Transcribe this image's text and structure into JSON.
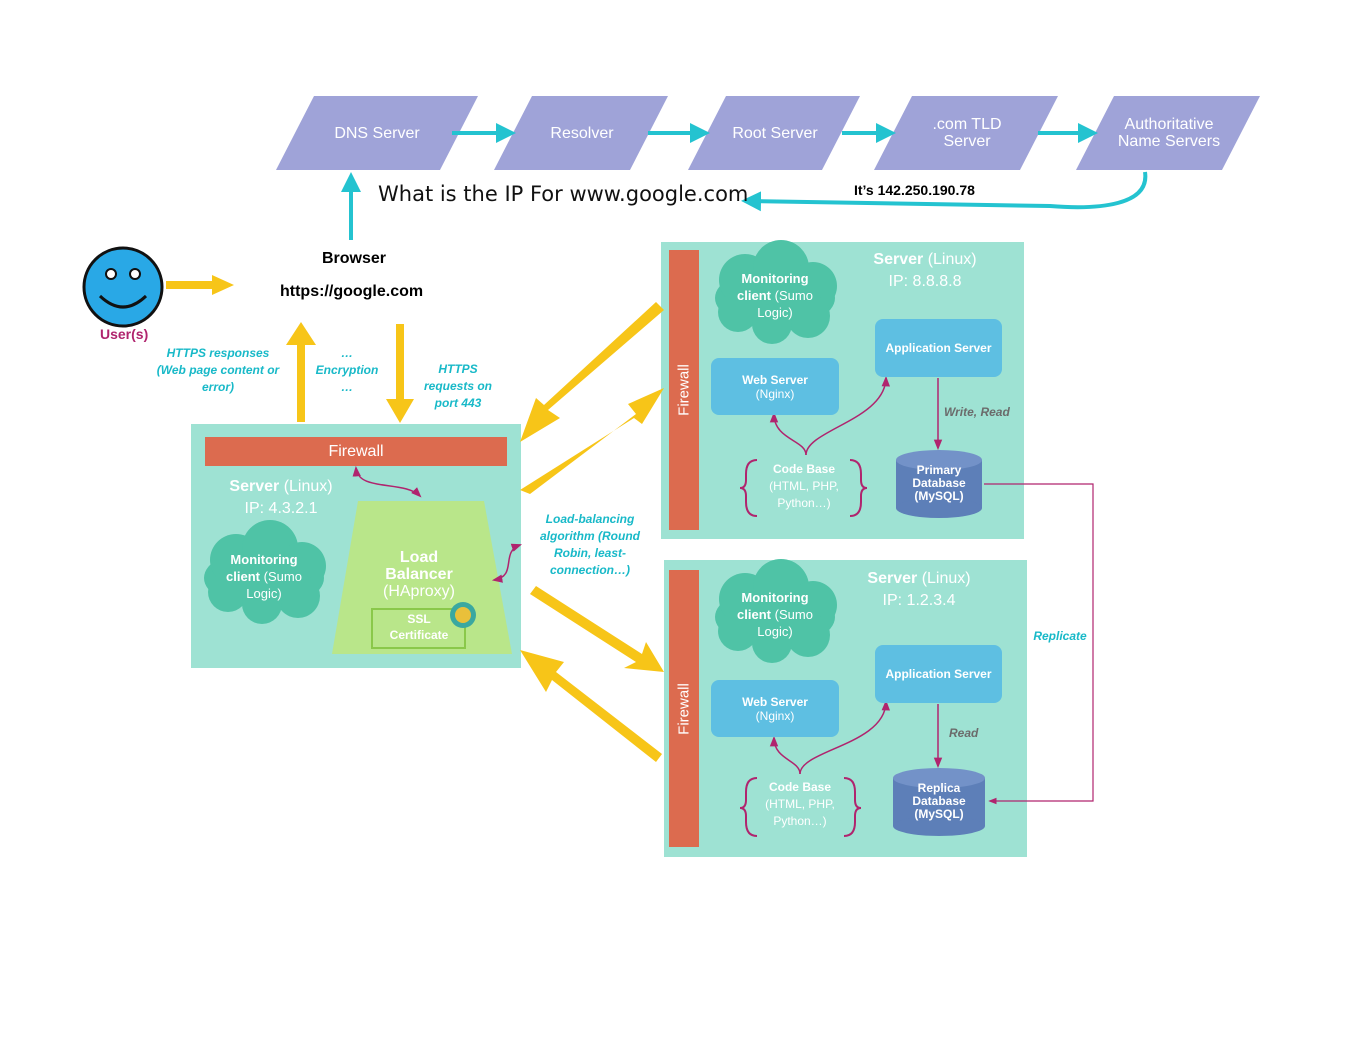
{
  "dns_chain": [
    {
      "label": "DNS Server"
    },
    {
      "label": "Resolver"
    },
    {
      "label": "Root Server"
    },
    {
      "label": ".com TLD Server"
    },
    {
      "label": "Authoritative Name Servers"
    }
  ],
  "dns_query": "What is the IP For www.google.com",
  "dns_answer": "It’s 142.250.190.78",
  "user_label": "User(s)",
  "browser": {
    "title": "Browser",
    "url": "https://google.com"
  },
  "flow_notes": {
    "responses": "HTTPS responses (Web page content or error)",
    "encryption_top": "…",
    "encryption": "Encryption",
    "encryption_bottom": "…",
    "requests": "HTTPS requests on port 443"
  },
  "lb_server": {
    "firewall": "Firewall",
    "title": "Server",
    "os": "(Linux)",
    "ip": "IP: 4.3.2.1",
    "monitor_bold": "Monitoring client",
    "monitor_rest": "(Sumo Logic)",
    "lb_line1": "Load",
    "lb_line2": "Balancer",
    "lb_line3": "(HAproxy)",
    "ssl": "SSL Certificate",
    "algorithm": "Load-balancing algorithm (Round Robin, least-connection…)"
  },
  "server_top": {
    "firewall": "Firewall",
    "title": "Server",
    "os": "(Linux)",
    "ip": "IP: 8.8.8.8",
    "monitor_bold": "Monitoring client",
    "monitor_rest": "(Sumo Logic)",
    "app": "Application Server",
    "web_line1": "Web Server",
    "web_line2": "(Nginx)",
    "code_title": "Code Base",
    "code_langs": "(HTML, PHP, Python…)",
    "db_line1": "Primary",
    "db_line2": "Database",
    "db_line3": "(MySQL)",
    "db_ops": "Write, Read"
  },
  "server_bottom": {
    "firewall": "Firewall",
    "title": "Server",
    "os": "(Linux)",
    "ip": "IP: 1.2.3.4",
    "monitor_bold": "Monitoring client",
    "monitor_rest": "(Sumo Logic)",
    "app": "Application Server",
    "web_line1": "Web Server",
    "web_line2": "(Nginx)",
    "code_title": "Code Base",
    "code_langs": "(HTML, PHP, Python…)",
    "db_line1": "Replica",
    "db_line2": "Database",
    "db_line3": "(MySQL)",
    "db_ops": "Read"
  },
  "replicate": "Replicate",
  "colors": {
    "dns_node": "#9fa3d8",
    "teal_arrow": "#24c3d0",
    "server_bg": "#9ee2d3",
    "firewall": "#dc6b4f",
    "cloud": "#4fc3a6",
    "pill": "#5ebfe2",
    "database": "#5d7fb8",
    "load_balancer": "#b9e68a",
    "yellow_arrow": "#f7c518",
    "magenta": "#b0246e",
    "user_face": "#29a8e6"
  }
}
